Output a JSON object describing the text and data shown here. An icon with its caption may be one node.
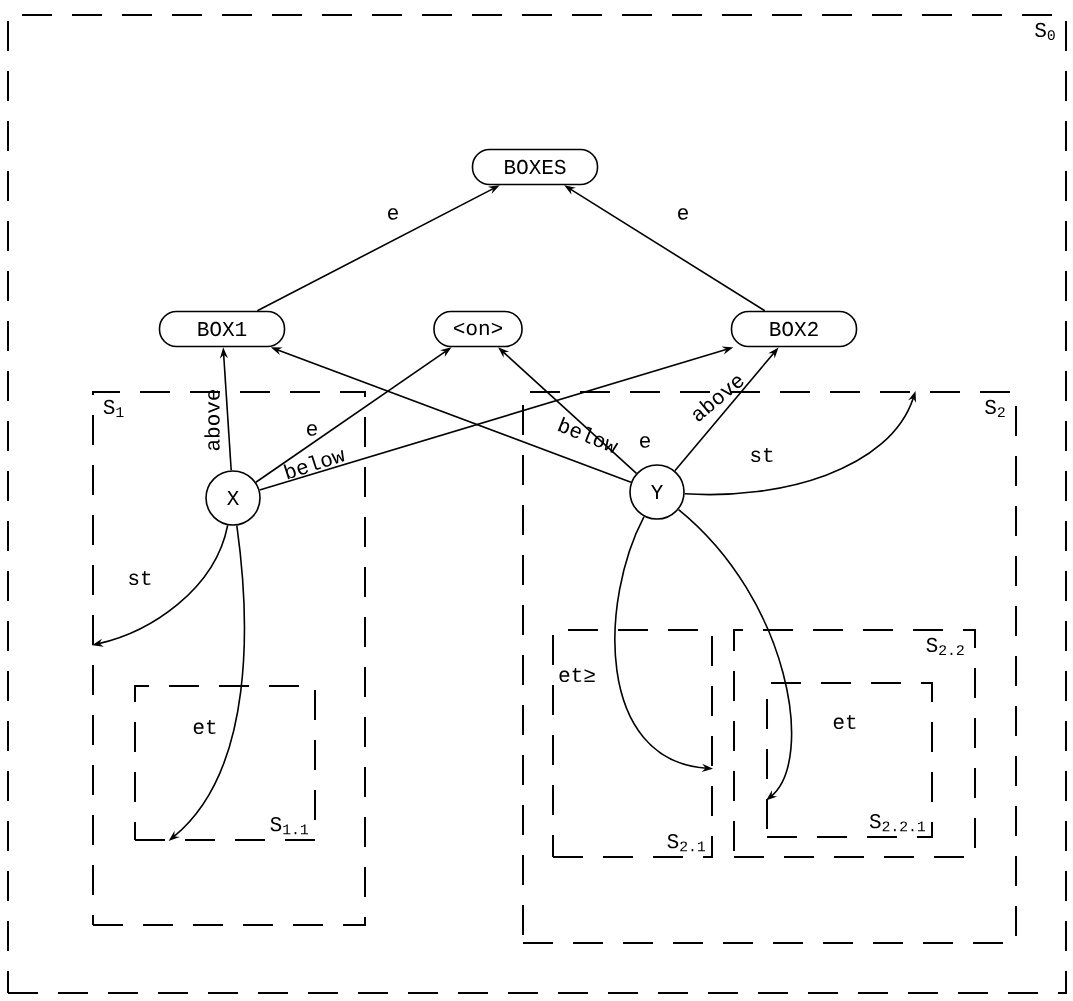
{
  "diagram": {
    "nodes": [
      {
        "text": [
          "S$_{0}$"
        ]
      },
      {
        "text": [
          "BOXES"
        ],
        "in": 0
      },
      {
        "text": [
          "BOX1"
        ],
        "in": 0
      },
      {
        "text": [
          "<on>"
        ],
        "in": 0
      },
      {
        "text": [
          "BOX2"
        ],
        "in": 0
      },
      {
        "text": [
          "S$_{1}$"
        ],
        "in": 0
      },
      {
        "text": [
          "X"
        ],
        "in": 5
      },
      {
        "text": [
          "S$_{1.1}$"
        ],
        "in": 5
      },
      {
        "text": [
          "S$_{2}$"
        ],
        "in": 0
      },
      {
        "text": [
          "Y"
        ],
        "in": 8
      },
      {
        "text": [
          "S$_{2.1}$"
        ],
        "in": 8
      },
      {
        "text": [
          "S$_{2.2}$"
        ],
        "in": 8
      },
      {
        "text": [
          "S$_{2.2.1}$"
        ],
        "in": 11
      }
    ],
    "edges": [
      {
        "from": 2,
        "to": 1,
        "arrow": "to",
        "label": "e"
      },
      {
        "from": 4,
        "to": 1,
        "arrow": "to",
        "label": "e"
      },
      {
        "from": 6,
        "to": 2,
        "arrow": "to",
        "label": "above"
      },
      {
        "from": 6,
        "to": 3,
        "arrow": "to",
        "label": "e"
      },
      {
        "from": 6,
        "to": 4,
        "arrow": "to",
        "label": "below"
      },
      {
        "from": 9,
        "to": 2,
        "arrow": "to",
        "label": "below"
      },
      {
        "from": 9,
        "to": 3,
        "arrow": "to",
        "label": "e"
      },
      {
        "from": 9,
        "to": 4,
        "arrow": "to",
        "label": "above"
      },
      {
        "from": 9,
        "to": 8,
        "arrow": "to",
        "label": "st"
      },
      {
        "from": 6,
        "to": 5,
        "arrow": "to",
        "label": "st"
      },
      {
        "from": 6,
        "to": 7,
        "arrow": "to",
        "label": "et"
      },
      {
        "from": 9,
        "to": 10,
        "arrow": "to",
        "label": "et≥"
      },
      {
        "from": 9,
        "to": 12,
        "arrow": "to",
        "label": "et"
      }
    ]
  }
}
